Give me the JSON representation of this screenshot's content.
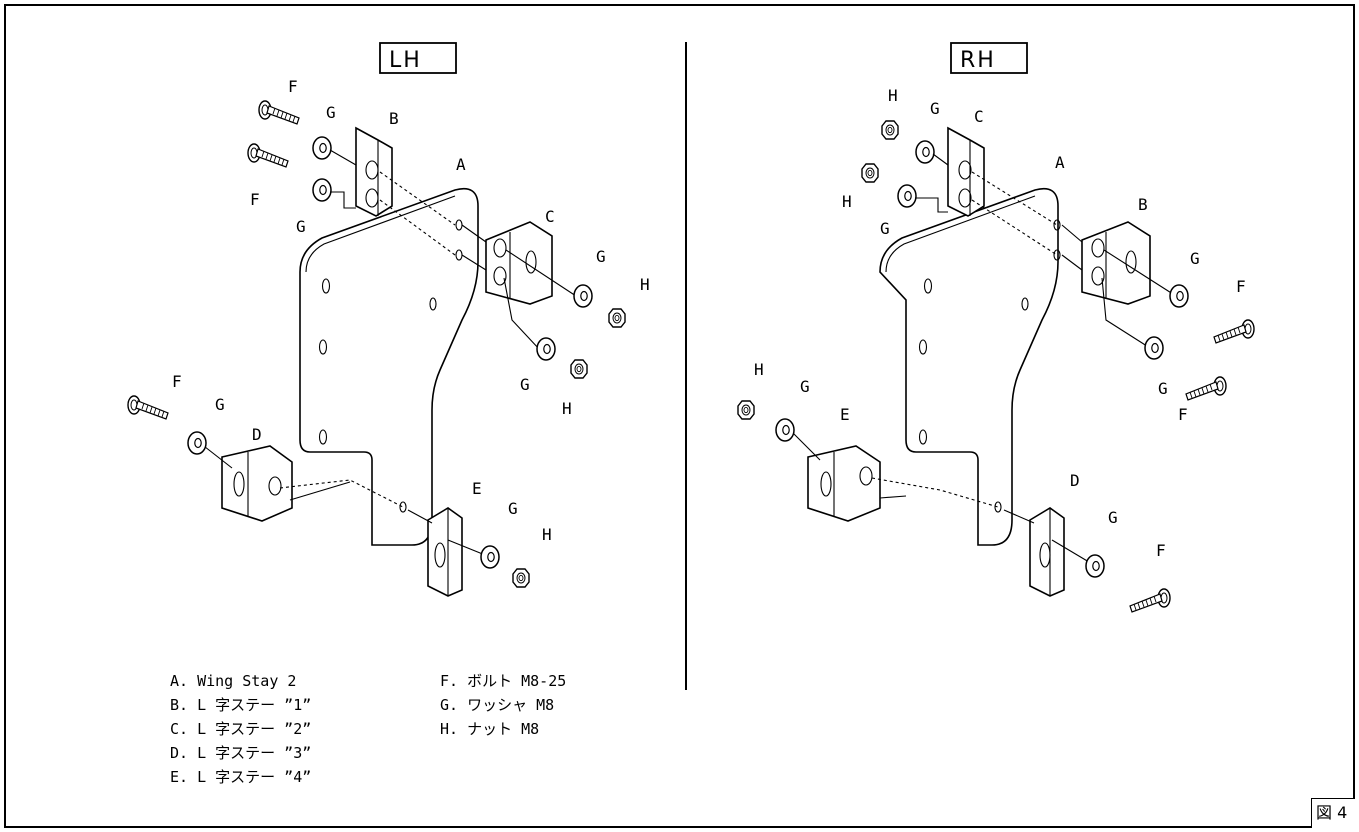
{
  "panels": {
    "left_title": "LH",
    "right_title": "RH"
  },
  "parts": {
    "A": "A",
    "B": "B",
    "C": "C",
    "D": "D",
    "E": "E",
    "F": "F",
    "G": "G",
    "H": "H"
  },
  "legend": {
    "left": [
      "A. Wing Stay 2",
      "B. L 字ステー ”1”",
      "C. L 字ステー ”2”",
      "D. L 字ステー ”3”",
      "E. L 字ステー ”4”"
    ],
    "right": [
      "F. ボルト M8-25",
      "G. ワッシャ M8",
      "H. ナット M8"
    ]
  },
  "figure_number": "図 4"
}
